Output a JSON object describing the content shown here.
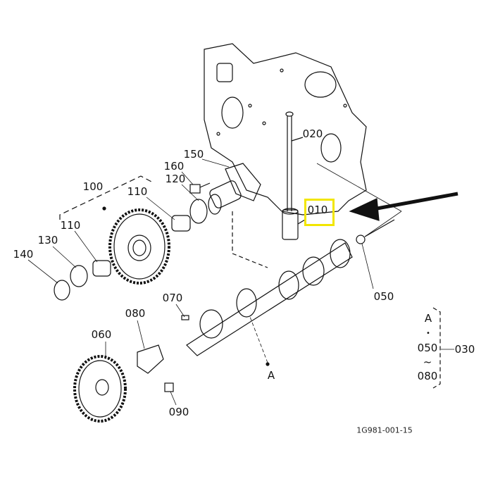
{
  "diagram": {
    "part_labels": {
      "p010": "010",
      "p020": "020",
      "p050": "050",
      "p060": "060",
      "p070": "070",
      "p080": "080",
      "p090": "090",
      "p100": "100",
      "p110a": "110",
      "p110b": "110",
      "p120": "120",
      "p130": "130",
      "p140": "140",
      "p150": "150",
      "p160": "160",
      "ref_a": "A"
    },
    "legend": {
      "ref": "A",
      "from": "050",
      "range_mark": "~",
      "to": "080",
      "assembly": "030"
    },
    "drawing_code": "1G981-001-15",
    "highlighted_part": "010",
    "highlight_color": "#f2e600"
  }
}
